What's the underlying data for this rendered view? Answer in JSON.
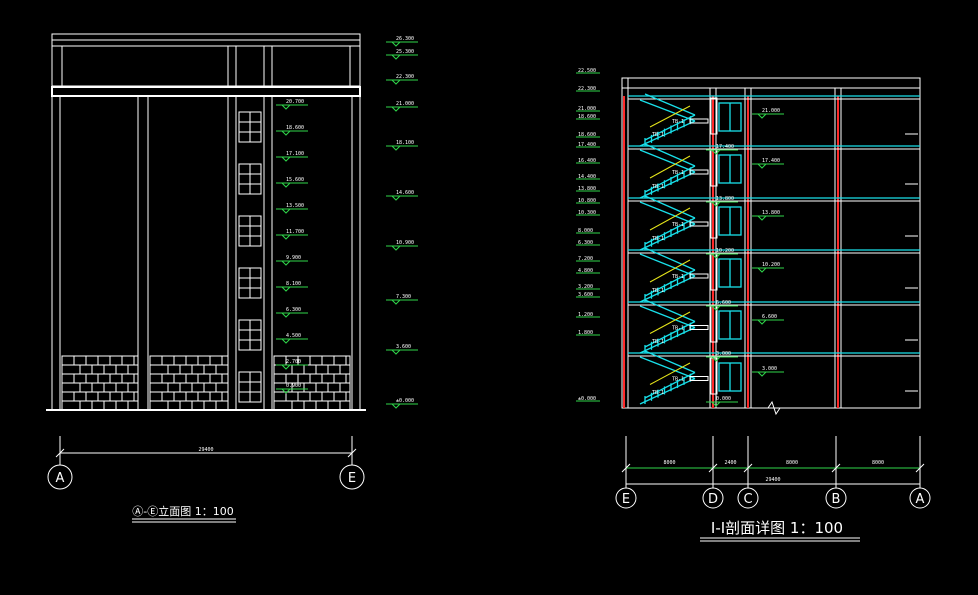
{
  "elevation": {
    "title": "Ⓐ-Ⓔ立面图  1：100",
    "axis_left": "A",
    "axis_right": "E",
    "total_dim": "29400",
    "inner_levels": [
      "20.700",
      "18.600",
      "17.100",
      "15.600",
      "13.500",
      "11.700",
      "9.900",
      "8.100",
      "6.300",
      "4.500",
      "2.700",
      "0.900"
    ],
    "outer_levels": [
      "26.300",
      "25.300",
      "22.300",
      "21.000",
      "18.100",
      "14.600",
      "10.900",
      "7.300",
      "3.600",
      "±0.000"
    ]
  },
  "section": {
    "title": "I-I剖面详图  1：100",
    "axes": [
      "E",
      "D",
      "C",
      "B",
      "A"
    ],
    "spans": [
      "8000",
      "2400",
      "8000",
      "8000"
    ],
    "total_dim": "29400",
    "left_levels": [
      "22.500",
      "22.300",
      "21.000",
      "18.600",
      "18.600",
      "17.400",
      "16.400",
      "14.400",
      "13.800",
      "10.800",
      "10.300",
      "8.000",
      "6.300",
      "7.200",
      "4.800",
      "3.200",
      "3.600",
      "1.200",
      "1.800",
      "±0.000"
    ],
    "floor_levels": [
      "21.000",
      "17.400",
      "13.800",
      "10.200",
      "6.600",
      "3.000"
    ],
    "stair_levels": [
      "17.400",
      "13.800",
      "10.200",
      "6.600",
      "3.000",
      "0.000"
    ],
    "stair_label": "TB-1"
  }
}
